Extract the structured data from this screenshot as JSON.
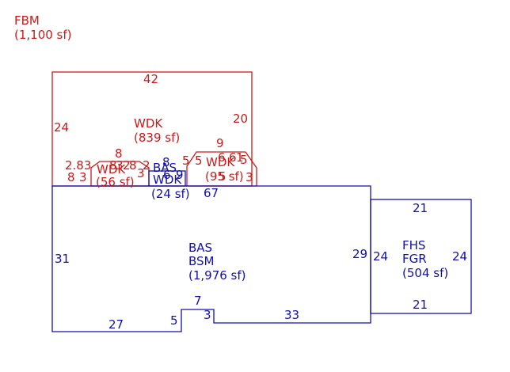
{
  "colors": {
    "upper": "#d01818",
    "main": "#1010b0"
  },
  "fbm": {
    "code": "FBM",
    "area": "(1,100 sf)"
  },
  "wdk_main": {
    "code": "WDK",
    "area": "(839 sf)"
  },
  "wdk_left": {
    "code": "WDK",
    "area": "(56 sf)"
  },
  "wdk_right": {
    "code": "WDK",
    "area": "(95 sf)"
  },
  "wdk_small": {
    "code": "WDK",
    "area": "(24 sf)"
  },
  "bas_small": {
    "code": "BAS"
  },
  "main_house": {
    "code1": "BAS",
    "code2": "BSM",
    "area": "(1,976 sf)"
  },
  "fhs": {
    "code1": "FHS",
    "code2": "FGR",
    "area": "(504 sf)"
  },
  "dims": {
    "top42": "42",
    "left24": "24",
    "right20": "20",
    "d8a": "8",
    "d283": "2.83",
    "d8b": "8",
    "d3a": "3",
    "ov1": "8",
    "ov2": "3",
    "ov3": "2",
    "ov4": "8",
    "ov5": "2",
    "d3b": "3",
    "d5a": "5",
    "d5b": "5",
    "d9": "9",
    "d6": "6",
    "d61": "6",
    "d1": "1",
    "d5c": "5",
    "d3c": "3",
    "d5d": "5",
    "d6a": "6",
    "d9a": "9",
    "d8c": "8",
    "main67": "67",
    "main31": "31",
    "main29": "29",
    "main27": "27",
    "main5": "5",
    "main7": "7",
    "main3": "3",
    "main33": "33",
    "fhs21top": "21",
    "fhs24l": "24",
    "fhs24r": "24",
    "fhs21bot": "21"
  }
}
